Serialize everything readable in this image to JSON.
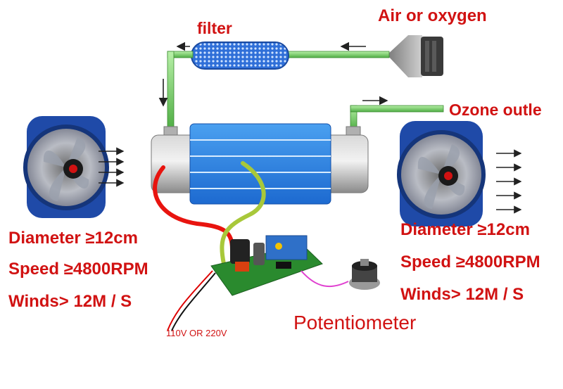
{
  "labels": {
    "filter": "filter",
    "air_source": "Air or oxygen",
    "ozone_outlet": "Ozone outle",
    "potentiometer": "Potentiometer",
    "power_input": "110V OR 220V"
  },
  "fans": {
    "left": {
      "diameter": "Diameter ≥12cm",
      "speed": "Speed ≥4800RPM",
      "winds": "Winds> 12M / S"
    },
    "right": {
      "diameter": "Diameter ≥12cm",
      "speed": "Speed ≥4800RPM",
      "winds": "Winds> 12M / S"
    }
  },
  "colors": {
    "label_red": "#d11212",
    "tube_green": "#7fd36e",
    "ozone_tube_blue": "#2f7fe0",
    "fan_blue": "#1f4aa8",
    "wire_red": "#e8140f",
    "wire_yellow_green": "#a8c83a",
    "pcb_green": "#2a8a2e",
    "wire_pink": "#e040d0"
  }
}
